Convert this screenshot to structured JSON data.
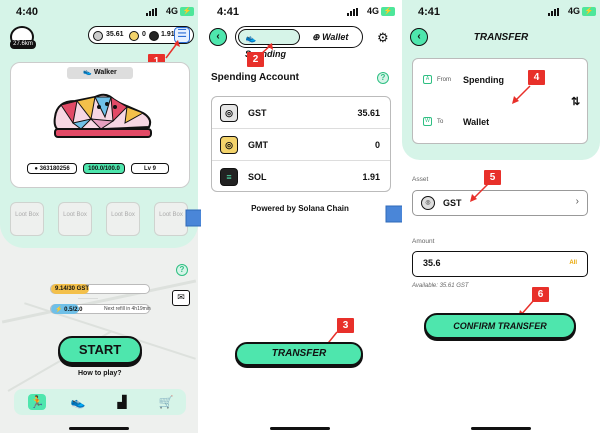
{
  "status": {
    "time_1": "4:40",
    "time_2": "4:41",
    "time_3": "4:41",
    "network": "4G"
  },
  "screen1": {
    "avatar_badge": "27.6km",
    "balances": {
      "gst": "35.61",
      "gmt": "0",
      "sol": "1.91"
    },
    "sneaker": {
      "class": "Walker",
      "id": "363180256",
      "durability": "100.0/100.0",
      "level": "Lv 9"
    },
    "lootboxes": [
      {
        "label": "Loot Box"
      },
      {
        "label": "Loot Box"
      },
      {
        "label": "Loot Box"
      },
      {
        "label": "Loot Box"
      }
    ],
    "gst_earned": "9.14/30 GST",
    "gst_sub": "————",
    "energy": "0.5/2.0",
    "next_refill": "Next refill in 4h19min",
    "start_label": "START",
    "howto_label": "How to play?",
    "help": "?"
  },
  "screen2": {
    "tab_spending": "Spending",
    "tab_wallet": "Wallet",
    "section_title": "Spending Account",
    "tokens": [
      {
        "symbol": "GST",
        "value": "35.61",
        "icon": "gst-coin-icon"
      },
      {
        "symbol": "GMT",
        "value": "0",
        "icon": "gmt-coin-icon"
      },
      {
        "symbol": "SOL",
        "value": "1.91",
        "icon": "sol-coin-icon"
      }
    ],
    "powered_by": "Powered by Solana Chain",
    "transfer_label": "TRANSFER",
    "help": "?"
  },
  "screen3": {
    "title": "TRANSFER",
    "from_label": "From",
    "from_value": "Spending",
    "to_label": "To",
    "to_value": "Wallet",
    "asset_label": "Asset",
    "asset_value": "GST",
    "amount_label": "Amount",
    "amount_value": "35.6",
    "all_label": "All",
    "available": "Available: 35.61  GST",
    "confirm_label": "CONFIRM TRANSFER"
  },
  "markers": [
    "1",
    "2",
    "3",
    "4",
    "5",
    "6"
  ],
  "colors": {
    "mint": "#d6f4e8",
    "accent": "#4ee6ad",
    "marker_red": "#e8302a",
    "arrow_blue": "#4a86d8"
  }
}
